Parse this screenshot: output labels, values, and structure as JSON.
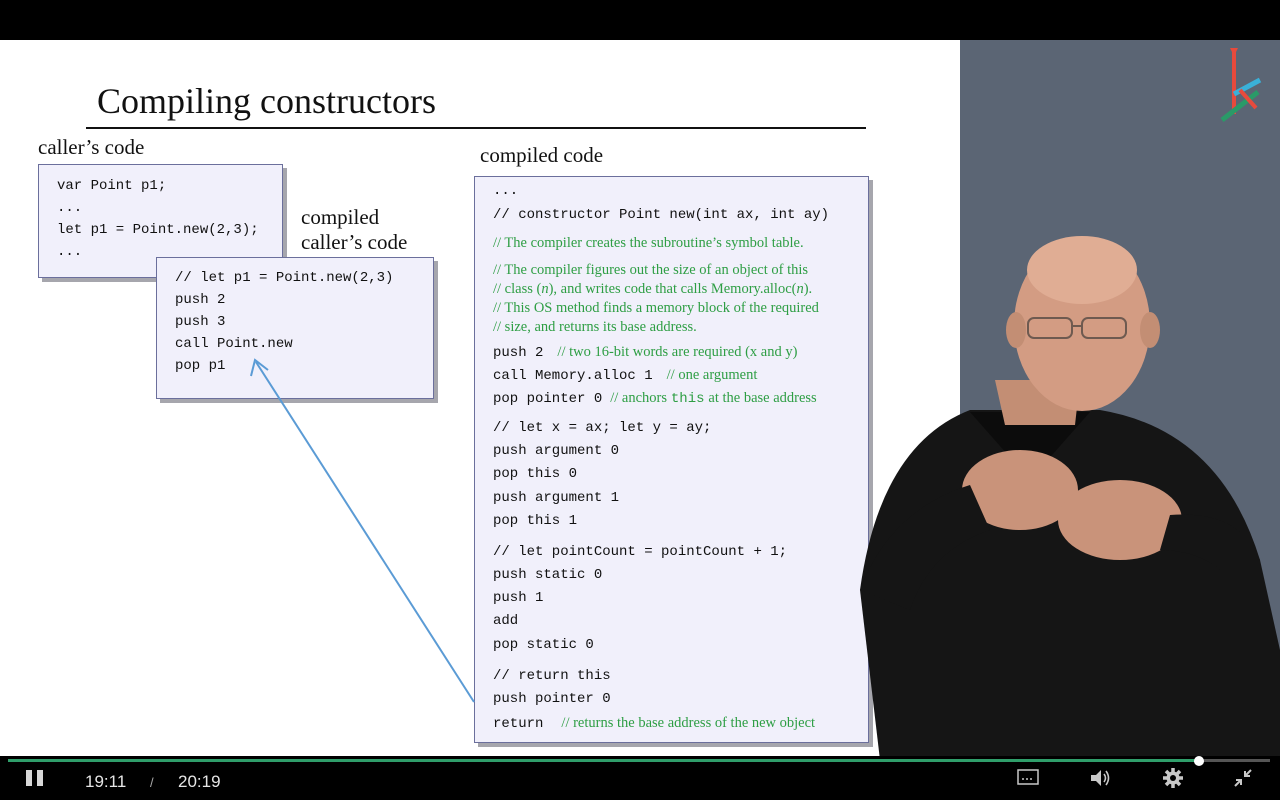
{
  "slide": {
    "title": "Compiling constructors",
    "caller_label": "caller’s code",
    "compiled_caller_label_1": "compiled",
    "compiled_caller_label_2": "caller’s code",
    "compiled_code_label": "compiled code",
    "caller_code": [
      "var Point p1;",
      "...",
      "let p1 = Point.new(2,3);",
      "..."
    ],
    "compiled_caller_code": [
      "// let p1 = Point.new(2,3)",
      "push 2",
      "push 3",
      "call Point.new",
      "pop p1"
    ],
    "compiled": {
      "l0": "...",
      "l1": "// constructor Point new(int ax, int ay)",
      "c1": "// The compiler creates the subroutine’s symbol table.",
      "c2a": "// The compiler figures out the size of an object of this",
      "c2b_pre": "// class (",
      "c2b_n": "n",
      "c2b_mid": "), and writes code that calls Memory.alloc(",
      "c2b_n2": "n",
      "c2b_post": ").",
      "c2c": "// This OS method finds a memory block of the required",
      "c2d": "// size, and returns its base address.",
      "push2": "push 2",
      "push2_c": "// two 16-bit words are required (x and y)",
      "alloc": "call Memory.alloc 1",
      "alloc_c": "// one argument",
      "poppointer": "pop pointer 0",
      "poppointer_c_pre": "// anchors",
      "poppointer_c_kw": "this",
      "poppointer_c_post": "at the base address",
      "l_let": "// let x = ax; let y = ay;",
      "pa0": "push argument 0",
      "pt0": "pop this 0",
      "pa1": "push argument 1",
      "pt1": "pop this 1",
      "l_count": "// let pointCount = pointCount + 1;",
      "ps0": "push static 0",
      "p1": "push 1",
      "add": "add",
      "pops0": "pop static 0",
      "l_ret": "// return this",
      "pp0": "push pointer 0",
      "ret": "return",
      "ret_c": "// returns the base address of the new object"
    }
  },
  "player": {
    "current_time": "19:11",
    "separator": "/",
    "duration": "20:19",
    "progress": 0.944,
    "accent": "#2f9e6a",
    "icons": [
      "pause-icon",
      "captions-icon",
      "volume-icon",
      "settings-gear-icon",
      "exit-fullscreen-icon"
    ]
  }
}
